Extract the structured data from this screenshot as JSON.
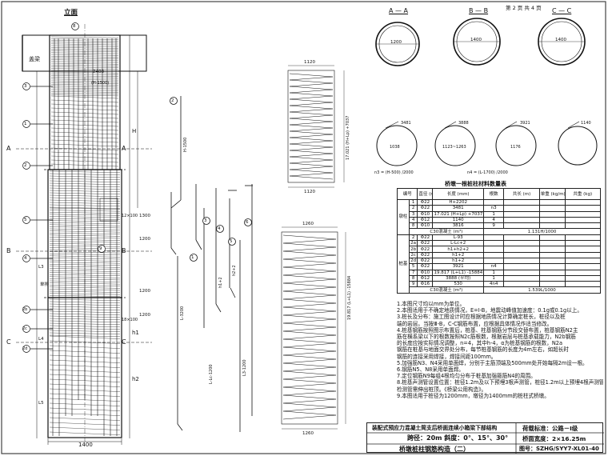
{
  "page_header": {
    "page_info": "第 2 页  共 4 页"
  },
  "elevation": {
    "title": "立面",
    "cap_label": "盖梁",
    "dim_bottom": "1400",
    "section_marks": [
      "A",
      "A",
      "B",
      "B",
      "C",
      "C"
    ],
    "bars": [
      "8",
      "3",
      "1",
      "2",
      "5",
      "4",
      "9",
      "2b",
      "2c",
      "2d"
    ],
    "dims": [
      "H",
      "2400",
      "1300",
      "1200",
      "1200",
      "1200",
      "h1",
      "h2",
      "L3",
      "L4",
      "L5"
    ],
    "notes": [
      "(H-1500)",
      "单排",
      "12×100",
      "18×100"
    ]
  },
  "sections": {
    "labels": [
      "A — A",
      "B — B",
      "C — C"
    ],
    "dims": [
      "1200",
      "1400",
      "1400"
    ],
    "bars": [
      "2",
      "3",
      "7",
      "8",
      "6"
    ]
  },
  "bar_details": {
    "values": [
      "H+2202",
      "3481",
      "3888",
      "1140",
      "1176",
      "3921",
      "1038",
      "1123~1263",
      "4",
      "1",
      "2",
      "3",
      "4",
      "5",
      "6",
      "7",
      "8",
      "9",
      "H-1500",
      "L-3200",
      "L-Lc-1200",
      "L3-1200",
      "h1+2",
      "h2+2"
    ],
    "notes": [
      "n3 = (H-500) /2000",
      "n4 = (L-1700) /2000"
    ]
  },
  "spirals": {
    "dims": [
      "1120",
      "1260",
      "1120",
      "1260"
    ],
    "labels": [
      "17.021 (H+Lp) +7037",
      "19.817 (L+L1) -15884"
    ]
  },
  "table": {
    "title": "桥墩一根桩柱材料数量表",
    "headers": [
      "编号",
      "直径 (mm)",
      "长度 (mm)",
      "根数",
      "共长 (m)",
      "单重 (kg/m)",
      "共重 (kg)"
    ],
    "section_pier": "墩柱",
    "section_pile": "桩基",
    "pier_rows": [
      [
        "1",
        "Φ22",
        "H+2202",
        "",
        ""
      ],
      [
        "2",
        "Φ22",
        "3481",
        "n3",
        ""
      ],
      [
        "3",
        "Φ10",
        "17.021 (H+Lp) +7037",
        "1",
        ""
      ],
      [
        "4",
        "Φ12",
        "1140",
        "4",
        ""
      ],
      [
        "8",
        "Φ10",
        "3816",
        "9",
        ""
      ]
    ],
    "pier_concrete": {
      "label": "C30混凝土 (m³)",
      "value": "1.131H/1000"
    },
    "pile_rows": [
      [
        "2",
        "Φ22",
        "L-93",
        "",
        ""
      ],
      [
        "2a",
        "Φ22",
        "L-Lc+2",
        "",
        ""
      ],
      [
        "2b",
        "Φ22",
        "h1+h2+2",
        "",
        ""
      ],
      [
        "2c",
        "Φ22",
        "h1+2",
        "",
        ""
      ],
      [
        "2d",
        "Φ22",
        "h1+2",
        "",
        ""
      ],
      [
        "5",
        "Φ22",
        "3921",
        "n4",
        ""
      ],
      [
        "7",
        "Φ10",
        "19.817 (L+L1) -15884",
        "1",
        ""
      ],
      [
        "8",
        "Φ12",
        "3888 (平均)",
        "1",
        ""
      ],
      [
        "9",
        "Φ16",
        "530",
        "4n4",
        ""
      ]
    ],
    "pile_concrete": {
      "label": "C30混凝土 (m³)",
      "value": "1.539L/1000"
    }
  },
  "notes": [
    "1.本图尺寸均以mm为单位。",
    "2.本图适用于不确定地质情况，E=I-B，地震动峰值加速度：0.1g或0.1g以上。",
    "3.桩长及分布：施工图设计时应根据地质情况计算确定桩长，桩径以及桩",
    "   端的岩层。当按Ⅲ-B，C-C钢筋布置，应根据具体情况作适当修改。",
    "4.桩基钢筋按照图示布置后，桩基、柱基钢筋分节段交替布置，桩基钢筋N2主",
    "   筋在横系梁以下的根数按照N2c筋根数，根据岩层与桩基承载能力，N2b钢筋",
    "   的长度应按实际情况调整，n=4，其中h-4，α为桩基钢筋的根数，N2a",
    "   钢筋在桩基与地面交界处分布，每节桩基钢筋的长度为4m左右，如超长时",
    "   钢筋的连接采用焊接，焊接间距100mm。",
    "5.加强筋N3、N4采用单面焊，分别于主筋顶端及500mm处开始每隔2m设一根。",
    "6.钢筋N5、N8采用单面焊。",
    "7.定位钢筋N9每组4根均匀分布于桩基加强箍筋N4的周围。",
    "8.桩基声测管设置位置：桩径1.2m及以下预埋3根声测管，桩径1.2m以上预埋4根声测管均匀布置，",
    "   检测管需伸出桩顶。《桥梁公用构造》。",
    "9.本图适用于桩径为1200mm，墩径为1400mm的桩柱式桥墩。"
  ],
  "title_block": {
    "project": "装配式预应力混凝土简支后桥面连续小箱梁下部结构",
    "span": "跨径：20m  斜度：0°、15°、30°",
    "load_label": "荷载标准：公路－Ⅰ级",
    "width_label": "桥面宽度：2×16.25m",
    "drawing_title": "桥墩桩柱钢筋构造（二）",
    "drawing_no": "图号：SZHG/SYY7-XL01-40"
  }
}
